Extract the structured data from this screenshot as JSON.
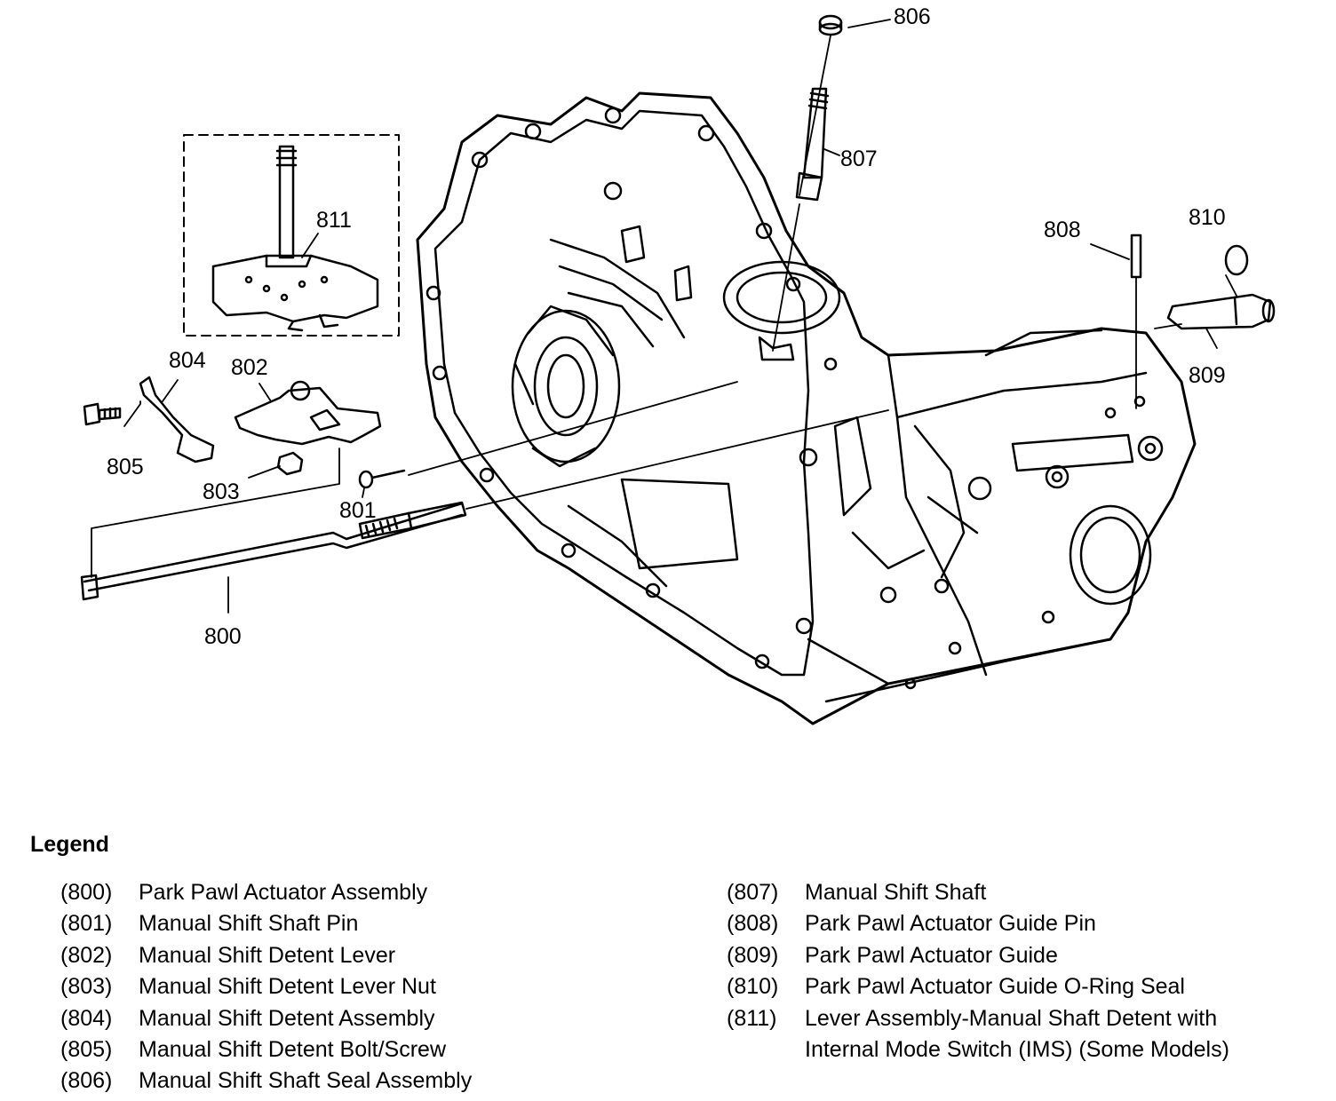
{
  "callouts": {
    "c800": "800",
    "c801": "801",
    "c802": "802",
    "c803": "803",
    "c804": "804",
    "c805": "805",
    "c806": "806",
    "c807": "807",
    "c808": "808",
    "c809": "809",
    "c810": "810",
    "c811": "811"
  },
  "legend": {
    "title": "Legend",
    "left": [
      {
        "num": "(800)",
        "text": "Park Pawl Actuator Assembly"
      },
      {
        "num": "(801)",
        "text": "Manual Shift Shaft Pin"
      },
      {
        "num": "(802)",
        "text": "Manual Shift Detent Lever"
      },
      {
        "num": "(803)",
        "text": "Manual Shift Detent Lever Nut"
      },
      {
        "num": "(804)",
        "text": "Manual Shift Detent Assembly"
      },
      {
        "num": "(805)",
        "text": "Manual Shift Detent Bolt/Screw"
      },
      {
        "num": "(806)",
        "text": "Manual Shift Shaft Seal Assembly"
      }
    ],
    "right": [
      {
        "num": "(807)",
        "text": "Manual Shift Shaft"
      },
      {
        "num": "(808)",
        "text": "Park Pawl Actuator Guide Pin"
      },
      {
        "num": "(809)",
        "text": "Park Pawl Actuator Guide"
      },
      {
        "num": "(810)",
        "text": "Park Pawl Actuator Guide O-Ring Seal"
      },
      {
        "num": "(811)",
        "text": "Lever Assembly-Manual Shaft Detent with",
        "text2": "Internal Mode Switch (IMS) (Some Models)"
      }
    ]
  }
}
